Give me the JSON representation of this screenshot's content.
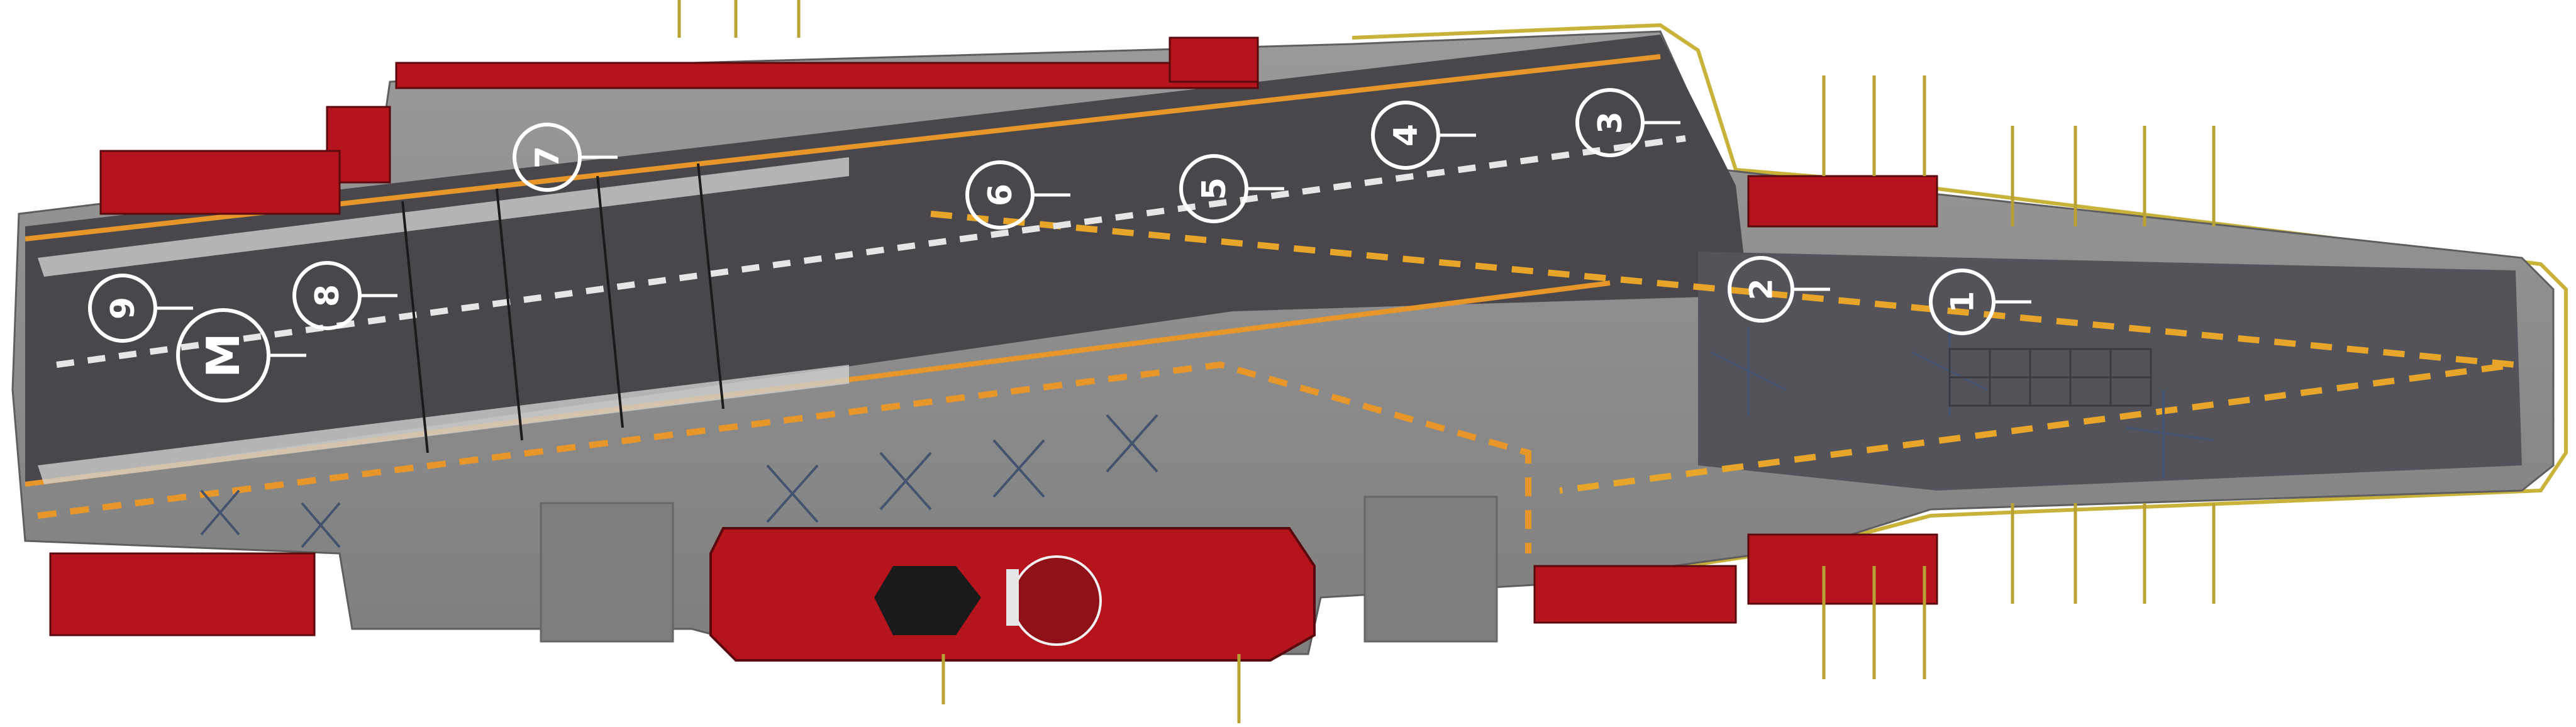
{
  "colors": {
    "background": "#ffffff",
    "deck_light": "#8e8e8e",
    "deck_dark": "#4a474c",
    "superstructure_red": "#b5141c",
    "dark_red": "#7a0c12",
    "deck_line_orange": "#e7962a",
    "deck_line_white": "#e6e6e6",
    "railing_yellow": "#c8b23a",
    "mast_yellow": "#b9a233"
  },
  "icons": {
    "helicopter_spot": "circle-numbered-marker",
    "antenna": "vertical-mast-icon",
    "cross_mark": "x-mark-icon"
  },
  "landing_spots": [
    {
      "number": "1"
    },
    {
      "number": "2"
    },
    {
      "number": "3"
    },
    {
      "number": "4"
    },
    {
      "number": "5"
    },
    {
      "number": "6"
    },
    {
      "number": "7"
    },
    {
      "number": "8"
    },
    {
      "number": "9"
    },
    {
      "number": "M"
    }
  ]
}
